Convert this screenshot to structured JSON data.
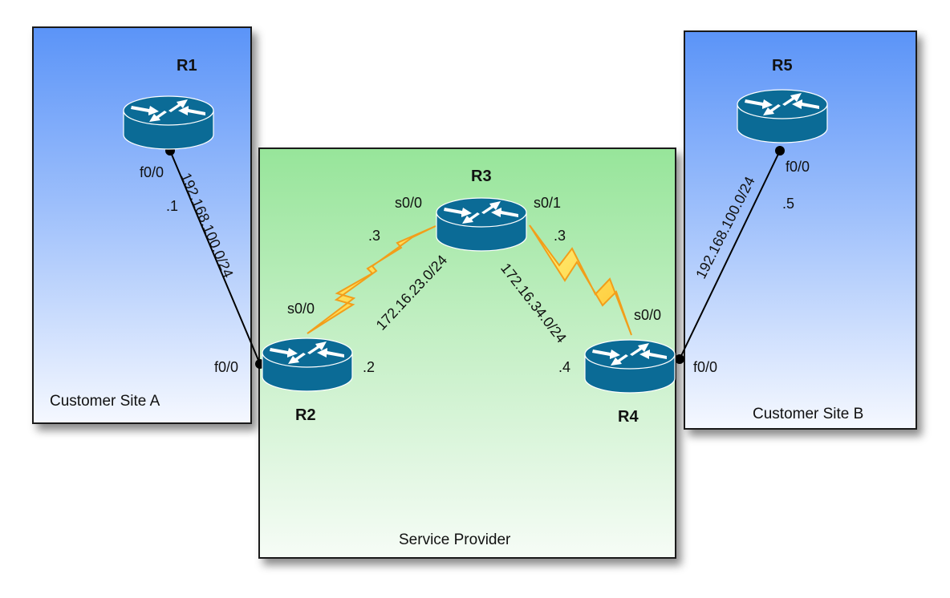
{
  "zones": {
    "site_a": {
      "label": "Customer Site A"
    },
    "provider": {
      "label": "Service Provider"
    },
    "site_b": {
      "label": "Customer Site B"
    }
  },
  "routers": {
    "r1": {
      "name": "R1"
    },
    "r2": {
      "name": "R2"
    },
    "r3": {
      "name": "R3"
    },
    "r4": {
      "name": "R4"
    },
    "r5": {
      "name": "R5"
    }
  },
  "links": {
    "r1_r2": {
      "network": "192.168.100.0/24",
      "r1_interface": "f0/0",
      "r1_host": ".1",
      "r2_interface": "f0/0",
      "type": "ethernet"
    },
    "r2_r3": {
      "network": "172.16.23.0/24",
      "r2_interface": "s0/0",
      "r2_host": ".2",
      "r3_interface": "s0/0",
      "r3_host": ".3",
      "type": "serial"
    },
    "r3_r4": {
      "network": "172.16.34.0/24",
      "r3_interface": "s0/1",
      "r3_host": ".3",
      "r4_interface": "s0/0",
      "r4_host": ".4",
      "type": "serial"
    },
    "r4_r5": {
      "network": "192.168.100.0/24",
      "r4_interface": "f0/0",
      "r5_interface": "f0/0",
      "r5_host": ".5",
      "type": "ethernet"
    }
  },
  "colors": {
    "router": "#0b6b96",
    "serial_link": "#ffd84a",
    "customer_zone_top": "#5b94f8",
    "provider_zone_top": "#97e59a"
  }
}
